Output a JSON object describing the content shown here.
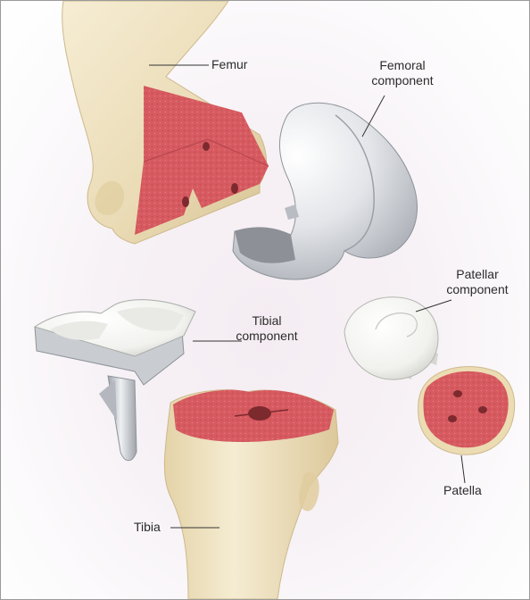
{
  "labels": {
    "femur": "Femur",
    "femoral_component_line1": "Femoral",
    "femoral_component_line2": "component",
    "patellar_component_line1": "Patellar",
    "patellar_component_line2": "component",
    "tibial_component_line1": "Tibial",
    "tibial_component_line2": "component",
    "patella": "Patella",
    "tibia": "Tibia"
  },
  "colors": {
    "bone": "#efe3c3",
    "bone_shadow": "#d9c89c",
    "cut_surface": "#d95a5f",
    "metal": "#e8e9ec",
    "metal_shadow": "#aeb2b8",
    "polyethylene": "#f6f6f3",
    "leader_line": "#333333"
  }
}
